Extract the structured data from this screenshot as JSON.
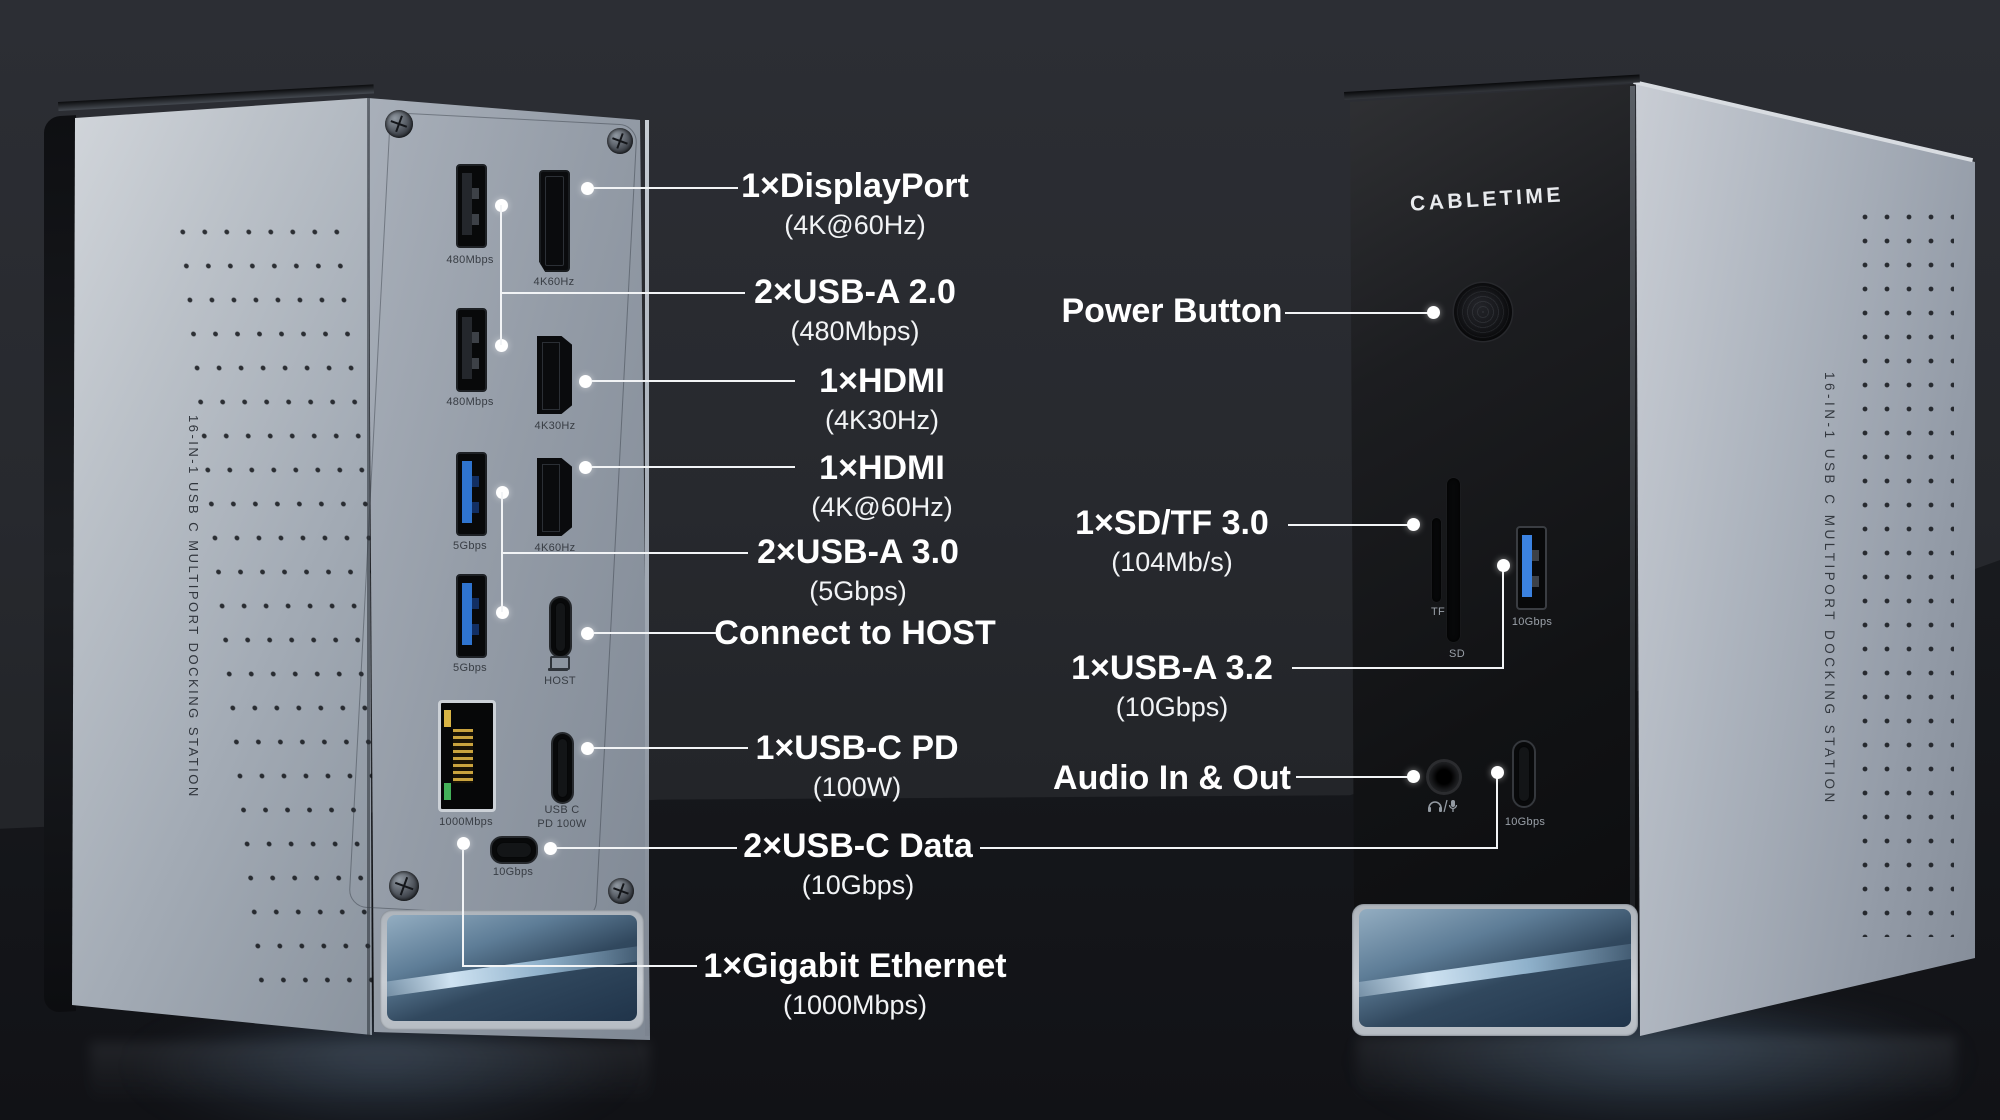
{
  "brand": "CABLETIME",
  "side_text": "16-IN-1 USB C MULTIPORT DOCKING STATION",
  "callouts": {
    "displayport": {
      "title": "1×DisplayPort",
      "subtitle": "(4K@60Hz)"
    },
    "usb_a_20": {
      "title": "2×USB-A 2.0",
      "subtitle": "(480Mbps)"
    },
    "hdmi_4k30": {
      "title": "1×HDMI",
      "subtitle": "(4K30Hz)"
    },
    "hdmi_4k60": {
      "title": "1×HDMI",
      "subtitle": "(4K@60Hz)"
    },
    "usb_a_30": {
      "title": "2×USB-A 3.0",
      "subtitle": "(5Gbps)"
    },
    "host": {
      "title": "Connect to HOST"
    },
    "usb_c_pd": {
      "title": "1×USB-C PD",
      "subtitle": "(100W)"
    },
    "usb_c_data": {
      "title": "2×USB-C Data",
      "subtitle": "(10Gbps)"
    },
    "ethernet": {
      "title": "1×Gigabit Ethernet",
      "subtitle": "(1000Mbps)"
    },
    "power": {
      "title": "Power Button"
    },
    "sd_tf": {
      "title": "1×SD/TF 3.0",
      "subtitle": "(104Mb/s)"
    },
    "usb_a_32": {
      "title": "1×USB-A 3.2",
      "subtitle": "(10Gbps)"
    },
    "audio": {
      "title": "Audio In & Out"
    }
  },
  "back_panel": {
    "usb2_label_1": "480Mbps",
    "usb2_label_2": "480Mbps",
    "usb3_label_1": "5Gbps",
    "usb3_label_2": "5Gbps",
    "ethernet_label": "1000Mbps",
    "dp_label": "4K60Hz",
    "hdmi1_label": "4K30Hz",
    "hdmi2_label": "4K60Hz",
    "host_label": "HOST",
    "pd_label_line1": "USB C",
    "pd_label_line2": "PD 100W",
    "usbc_data_label": "10Gbps"
  },
  "front_panel": {
    "tf_label": "TF",
    "sd_label": "SD",
    "usb_a_label": "10Gbps",
    "usb_c_label": "10Gbps"
  }
}
